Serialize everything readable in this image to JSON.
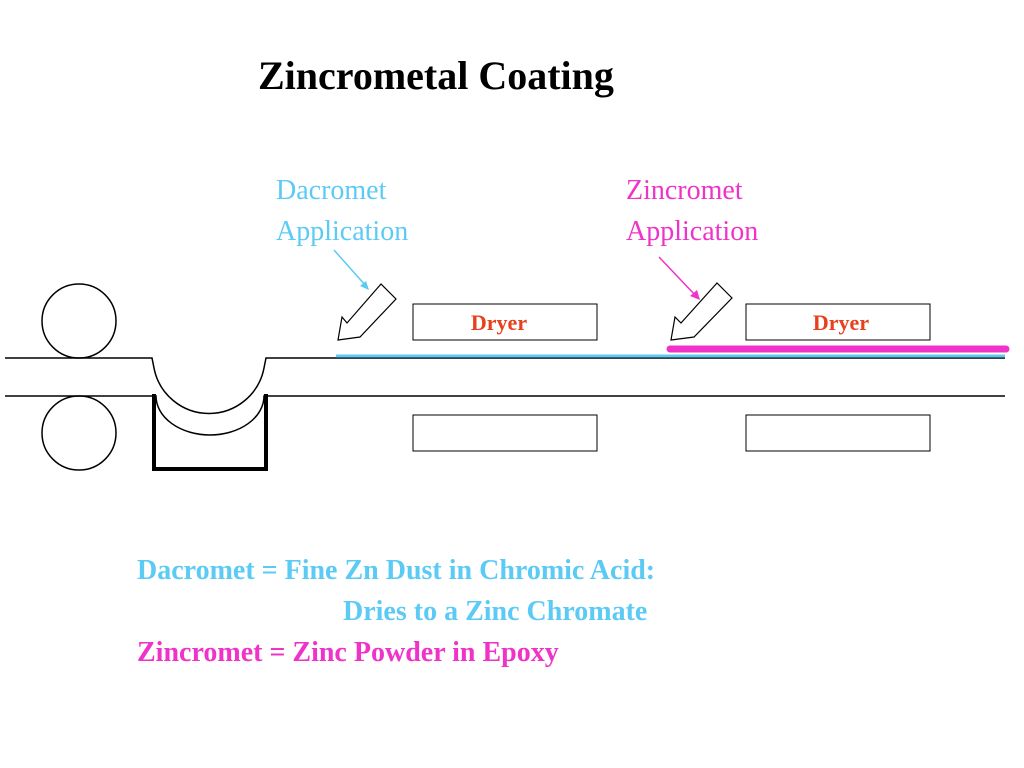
{
  "title": "Zincrometal Coating",
  "dacromet_application": {
    "line1": "Dacromet",
    "line2": "Application"
  },
  "zincromet_application": {
    "line1": "Zincromet",
    "line2": "Application"
  },
  "dryers": {
    "dryer1_label": "Dryer",
    "dryer2_label": "Dryer"
  },
  "notes": {
    "line1": "Dacromet = Fine Zn Dust in Chromic Acid:",
    "line2": "Dries to a Zinc Chromate",
    "line3": "Zincromet = Zinc Powder in Epoxy"
  },
  "colors": {
    "dacromet": "#5BCBF5",
    "zincromet": "#F033C8",
    "dryer_text": "#E8401C",
    "line": "#000000"
  }
}
